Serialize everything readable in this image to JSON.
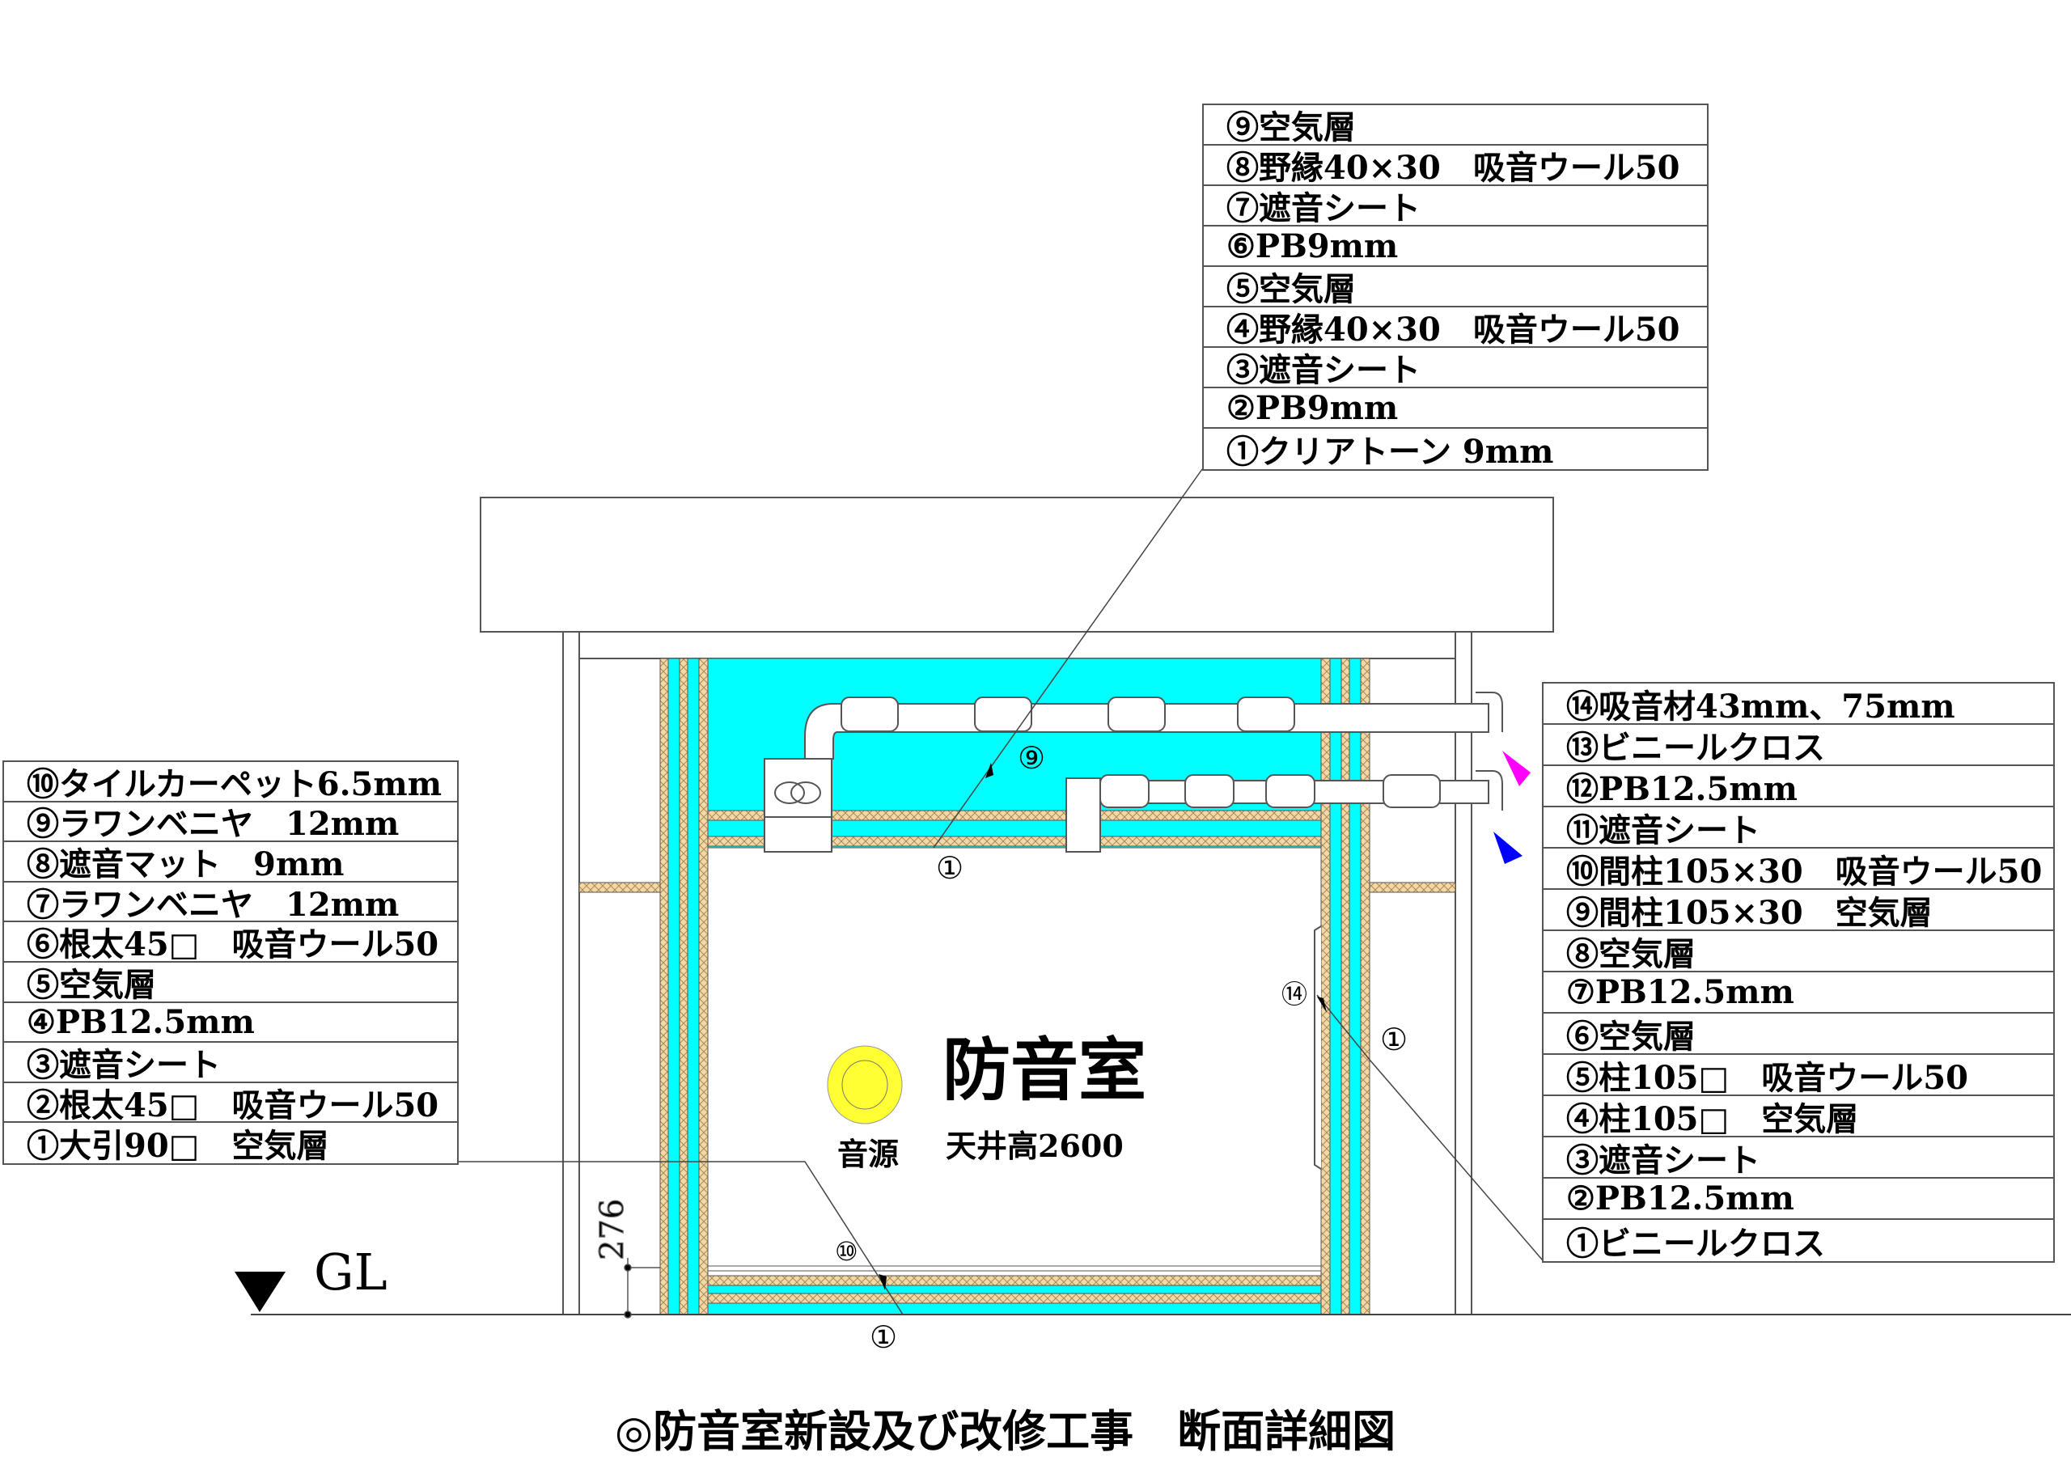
{
  "title": "◎防音室新設及び改修工事　断面詳細図",
  "room": {
    "name": "防音室",
    "ceiling_height": "天井高2600",
    "sound_source": "音源"
  },
  "ground": {
    "label": "GL",
    "dimension": "276"
  },
  "callouts": {
    "ceiling_9": "⑨",
    "ceiling_1": "①",
    "wall_14": "⑭",
    "wall_1": "①",
    "floor_10": "⑩",
    "floor_1": "①"
  },
  "ceiling_layers": [
    "⑨空気層",
    "⑧野縁40×30　吸音ウール50",
    "⑦遮音シート",
    "⑥PB9mm",
    "⑤空気層",
    "④野縁40×30　吸音ウール50",
    "③遮音シート",
    "②PB9mm",
    "①クリアトーン 9mm"
  ],
  "wall_layers": [
    "⑭吸音材43mm、75mm",
    "⑬ビニールクロス",
    "⑫PB12.5mm",
    "⑪遮音シート",
    "⑩間柱105×30　吸音ウール50",
    "⑨間柱105×30　空気層",
    "⑧空気層",
    "⑦PB12.5mm",
    "⑥空気層",
    "⑤柱105□　吸音ウール50",
    "④柱105□　空気層",
    "③遮音シート",
    "②PB12.5mm",
    "①ビニールクロス"
  ],
  "floor_layers": [
    "⑩タイルカーペット6.5mm",
    "⑨ラワンベニヤ　12mm",
    "⑧遮音マット　9mm",
    "⑦ラワンベニヤ　12mm",
    "⑥根太45□　吸音ウール50",
    "⑤空気層",
    "④PB12.5mm",
    "③遮音シート",
    "②根太45□　吸音ウール50",
    "①大引90□　空気層"
  ],
  "colors": {
    "insulation": "#00ffff",
    "board": "#f0d8a8",
    "source": "#ffff33",
    "supply_arrow": "#ff00ff",
    "exhaust_arrow": "#0000ff"
  }
}
